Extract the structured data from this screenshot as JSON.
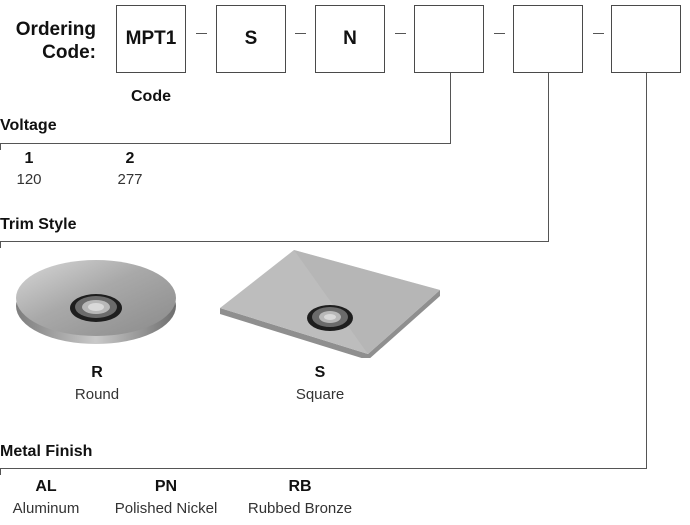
{
  "ordering": {
    "label_line1": "Ordering",
    "label_line2": "Code:",
    "boxes": [
      "MPT1",
      "S",
      "N",
      "",
      "",
      ""
    ],
    "separator": "–",
    "code_caption": "Code"
  },
  "voltage": {
    "title": "Voltage",
    "options": [
      {
        "code": "1",
        "desc": "120"
      },
      {
        "code": "2",
        "desc": "277"
      }
    ]
  },
  "trim_style": {
    "title": "Trim Style",
    "options": [
      {
        "code": "R",
        "desc": "Round"
      },
      {
        "code": "S",
        "desc": "Square"
      }
    ]
  },
  "metal_finish": {
    "title": "Metal Finish",
    "options": [
      {
        "code": "AL",
        "desc": "Aluminum"
      },
      {
        "code": "PN",
        "desc": "Polished Nickel"
      },
      {
        "code": "RB",
        "desc": "Rubbed Bronze"
      }
    ]
  }
}
